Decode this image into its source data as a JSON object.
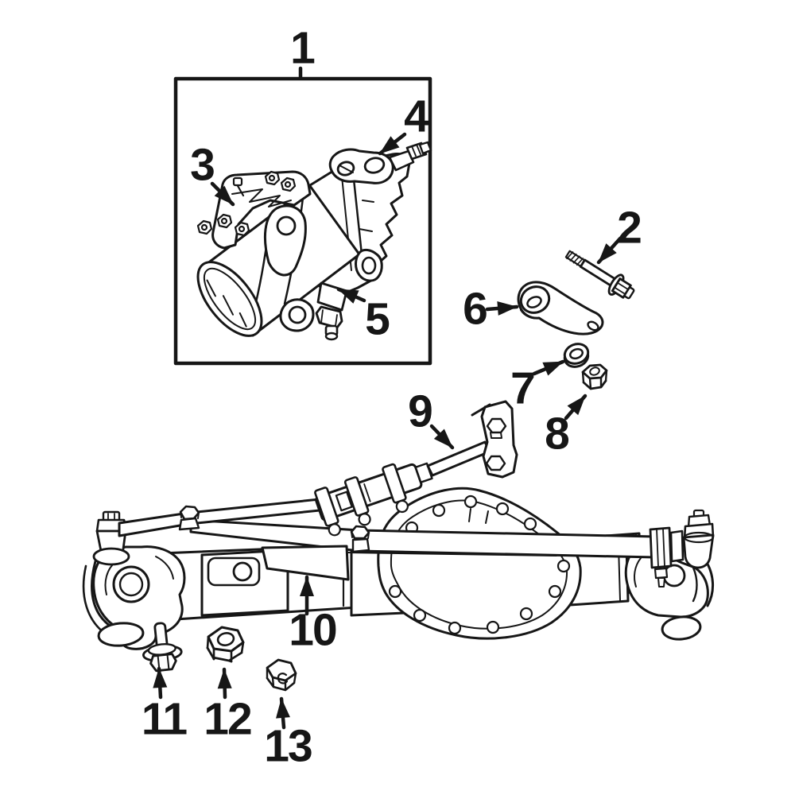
{
  "figure": {
    "type": "exploded-parts-diagram",
    "callout_count": 13
  },
  "palette": {
    "line": "#161616",
    "background": "#ffffff"
  },
  "callouts": {
    "c1": "1",
    "c2": "2",
    "c3": "3",
    "c4": "4",
    "c5": "5",
    "c6": "6",
    "c7": "7",
    "c8": "8",
    "c9": "9",
    "c10": "10",
    "c11": "11",
    "c12": "12",
    "c13": "13"
  }
}
